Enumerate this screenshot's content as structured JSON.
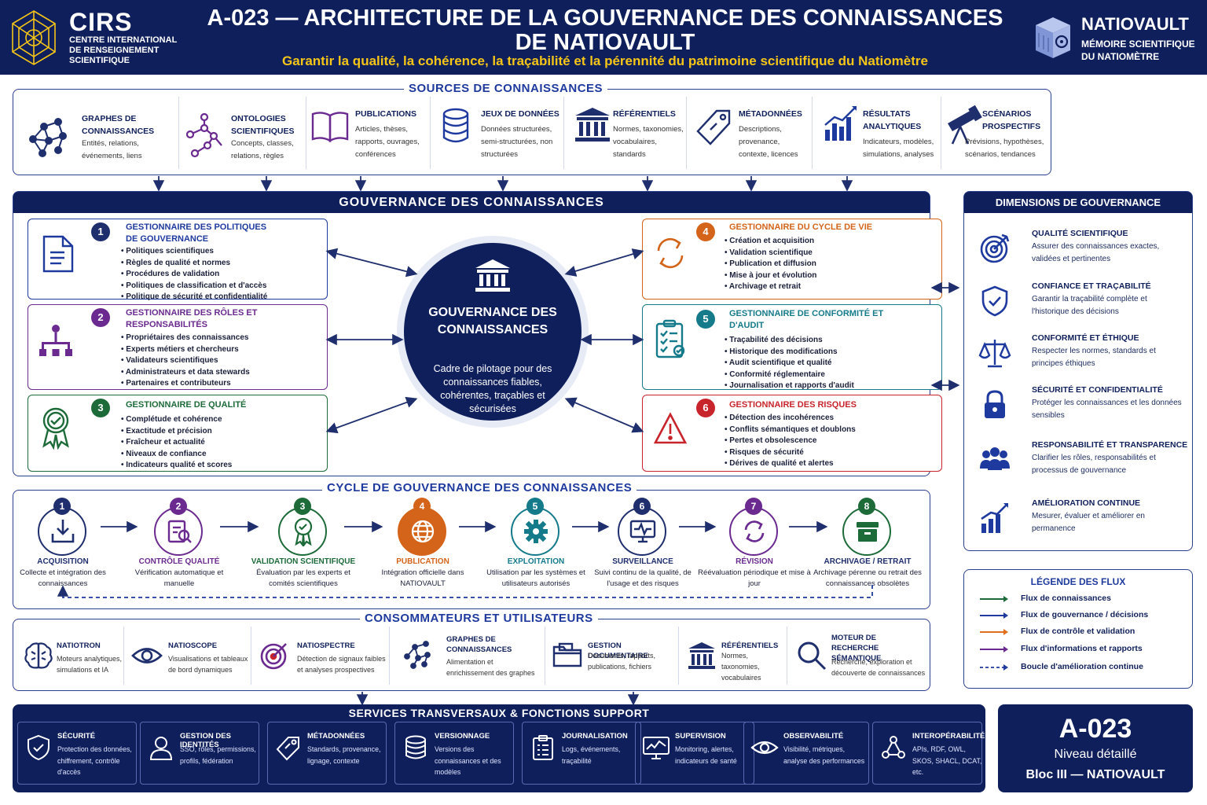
{
  "header": {
    "org_name": "CIRS",
    "org_full": "CENTRE INTERNATIONAL DE RENSEIGNEMENT SCIENTIFIQUE",
    "title": "A-023 — ARCHITECTURE DE LA GOUVERNANCE DES CONNAISSANCES DE NATIOVAULT",
    "subtitle": "Garantir la qualité, la cohérence, la traçabilité et la pérennité du patrimoine scientifique du Natiomètre",
    "product_name": "NATIOVAULT",
    "product_sub": "MÉMOIRE SCIENTIFIQUE DU NATIOMÈTRE"
  },
  "sources": {
    "title": "SOURCES DE CONNAISSANCES",
    "items": [
      {
        "title": "GRAPHES DE CONNAISSANCES",
        "desc": "Entités, relations, événements, liens",
        "icon": "graph-icon"
      },
      {
        "title": "ONTOLOGIES SCIENTIFIQUES",
        "desc": "Concepts, classes, relations, règles",
        "icon": "ontology-icon"
      },
      {
        "title": "PUBLICATIONS",
        "desc": "Articles, thèses, rapports, ouvrages, conférences",
        "icon": "book-icon"
      },
      {
        "title": "JEUX DE DONNÉES",
        "desc": "Données structurées, semi-structurées, non structurées",
        "icon": "database-icon"
      },
      {
        "title": "RÉFÉRENTIELS",
        "desc": "Normes, taxonomies, vocabulaires, standards",
        "icon": "institution-icon"
      },
      {
        "title": "MÉTADONNÉES",
        "desc": "Descriptions, provenance, contexte, licences",
        "icon": "tag-icon"
      },
      {
        "title": "RÉSULTATS ANALYTIQUES",
        "desc": "Indicateurs, modèles, simulations, analyses",
        "icon": "chart-icon"
      },
      {
        "title": "SCÉNARIOS PROSPECTIFS",
        "desc": "Prévisions, hypothèses, scénarios, tendances",
        "icon": "telescope-icon"
      }
    ]
  },
  "governance": {
    "title": "GOUVERNANCE DES CONNAISSANCES",
    "hub_title": "GOUVERNANCE DES CONNAISSANCES",
    "hub_desc": "Cadre de pilotage pour des connaissances fiables, cohérentes, traçables et sécurisées",
    "managers": [
      {
        "num": "1",
        "title": "GESTIONNAIRE DES POLITIQUES DE GOUVERNANCE",
        "color": "#1f3a9e",
        "icon": "document-icon",
        "items": [
          "Politiques scientifiques",
          "Règles de qualité et normes",
          "Procédures de validation",
          "Politiques de classification et d'accès",
          "Politique de sécurité et confidentialité"
        ]
      },
      {
        "num": "2",
        "title": "GESTIONNAIRE DES RÔLES ET RESPONSABILITÉS",
        "color": "#6a2a8f",
        "icon": "org-chart-icon",
        "items": [
          "Propriétaires des connaissances",
          "Experts métiers et chercheurs",
          "Validateurs scientifiques",
          "Administrateurs et data stewards",
          "Partenaires et contributeurs"
        ]
      },
      {
        "num": "3",
        "title": "GESTIONNAIRE DE QUALITÉ",
        "color": "#1e6b3a",
        "icon": "award-icon",
        "items": [
          "Complétude et cohérence",
          "Exactitude et précision",
          "Fraîcheur et actualité",
          "Niveaux de confiance",
          "Indicateurs qualité et scores"
        ]
      },
      {
        "num": "4",
        "title": "GESTIONNAIRE DU CYCLE DE VIE",
        "color": "#d4641a",
        "icon": "refresh-icon",
        "items": [
          "Création et acquisition",
          "Validation scientifique",
          "Publication et diffusion",
          "Mise à jour et évolution",
          "Archivage et retrait"
        ]
      },
      {
        "num": "5",
        "title": "GESTIONNAIRE DE CONFORMITÉ ET D'AUDIT",
        "color": "#157a8a",
        "icon": "checklist-icon",
        "items": [
          "Traçabilité des décisions",
          "Historique des modifications",
          "Audit scientifique et qualité",
          "Conformité réglementaire",
          "Journalisation et rapports d'audit"
        ]
      },
      {
        "num": "6",
        "title": "GESTIONNAIRE DES RISQUES",
        "color": "#c8242c",
        "icon": "warning-icon",
        "items": [
          "Détection des incohérences",
          "Conflits sémantiques et doublons",
          "Pertes et obsolescence",
          "Risques de sécurité",
          "Dérives de qualité et alertes"
        ]
      }
    ]
  },
  "dimensions": {
    "title": "DIMENSIONS DE GOUVERNANCE",
    "items": [
      {
        "title": "QUALITÉ SCIENTIFIQUE",
        "desc": "Assurer des connaissances exactes, validées et pertinentes",
        "icon": "target-icon"
      },
      {
        "title": "CONFIANCE ET TRAÇABILITÉ",
        "desc": "Garantir la traçabilité complète et l'historique des décisions",
        "icon": "shield-check-icon"
      },
      {
        "title": "CONFORMITÉ ET ÉTHIQUE",
        "desc": "Respecter les normes, standards et principes éthiques",
        "icon": "scales-icon"
      },
      {
        "title": "SÉCURITÉ ET CONFIDENTIALITÉ",
        "desc": "Protéger les connaissances et les données sensibles",
        "icon": "lock-icon"
      },
      {
        "title": "RESPONSABILITÉ ET TRANSPARENCE",
        "desc": "Clarifier les rôles, responsabilités et processus de gouvernance",
        "icon": "people-icon"
      },
      {
        "title": "AMÉLIORATION CONTINUE",
        "desc": "Mesurer, évaluer et améliorer en permanence",
        "icon": "growth-icon"
      }
    ]
  },
  "cycle": {
    "title": "CYCLE DE GOUVERNANCE DES CONNAISSANCES",
    "steps": [
      {
        "num": "1",
        "title": "ACQUISITION",
        "desc": "Collecte et intégration des connaissances",
        "color": "#1f2f6e",
        "icon": "download-icon"
      },
      {
        "num": "2",
        "title": "CONTRÔLE QUALITÉ",
        "desc": "Vérification automatique et manuelle",
        "color": "#6a2a8f",
        "icon": "inspect-icon"
      },
      {
        "num": "3",
        "title": "VALIDATION SCIENTIFIQUE",
        "desc": "Évaluation par les experts et comités scientifiques",
        "color": "#1e6b3a",
        "icon": "award-icon"
      },
      {
        "num": "4",
        "title": "PUBLICATION",
        "desc": "Intégration officielle dans NATIOVAULT",
        "color": "#d4641a",
        "icon": "globe-icon"
      },
      {
        "num": "5",
        "title": "EXPLOITATION",
        "desc": "Utilisation par les systèmes et utilisateurs autorisés",
        "color": "#157a8a",
        "icon": "gear-icon"
      },
      {
        "num": "6",
        "title": "SURVEILLANCE",
        "desc": "Suivi continu de la qualité, de l'usage et des risques",
        "color": "#1f2f6e",
        "icon": "monitor-icon"
      },
      {
        "num": "7",
        "title": "RÉVISION",
        "desc": "Réévaluation périodique et mise à jour",
        "color": "#6a2a8f",
        "icon": "refresh-icon"
      },
      {
        "num": "8",
        "title": "ARCHIVAGE / RETRAIT",
        "desc": "Archivage pérenne ou retrait des connaissances obsolètes",
        "color": "#1e6b3a",
        "icon": "archive-icon"
      }
    ]
  },
  "consumers": {
    "title": "CONSOMMATEURS ET UTILISATEURS",
    "items": [
      {
        "title": "NATIOTRON",
        "desc": "Moteurs analytiques, simulations et IA",
        "icon": "brain-icon"
      },
      {
        "title": "NATIOSCOPE",
        "desc": "Visualisations et tableaux de bord dynamiques",
        "icon": "eye-icon"
      },
      {
        "title": "NATIOSPECTRE",
        "desc": "Détection de signaux faibles et analyses prospectives",
        "icon": "target-icon"
      },
      {
        "title": "GRAPHES DE CONNAISSANCES",
        "desc": "Alimentation et enrichissement des graphes",
        "icon": "graph-icon"
      },
      {
        "title": "GESTION DOCUMENTAIRE",
        "desc": "Documents, rapports, publications, fichiers",
        "icon": "folder-icon"
      },
      {
        "title": "RÉFÉRENTIELS",
        "desc": "Normes, taxonomies, vocabulaires",
        "icon": "institution-icon"
      },
      {
        "title": "MOTEUR DE RECHERCHE SÉMANTIQUE",
        "desc": "Recherche, exploration et découverte de connaissances",
        "icon": "search-icon"
      }
    ]
  },
  "legend": {
    "title": "LÉGENDE DES FLUX",
    "items": [
      {
        "label": "Flux de connaissances",
        "color": "#1e6b3a",
        "dashed": false
      },
      {
        "label": "Flux de gouvernance / décisions",
        "color": "#1f3a9e",
        "dashed": false
      },
      {
        "label": "Flux de contrôle et validation",
        "color": "#e07020",
        "dashed": false
      },
      {
        "label": "Flux d'informations et rapports",
        "color": "#6a2a8f",
        "dashed": false
      },
      {
        "label": "Boucle d'amélioration continue",
        "color": "#1f3a9e",
        "dashed": true
      }
    ]
  },
  "services": {
    "title": "SERVICES TRANSVERSAUX & FONCTIONS SUPPORT",
    "items": [
      {
        "title": "SÉCURITÉ",
        "desc": "Protection des données, chiffrement, contrôle d'accès",
        "icon": "shield-check-icon"
      },
      {
        "title": "GESTION DES IDENTITÉS",
        "desc": "SSO, rôles, permissions, profils, fédération",
        "icon": "user-icon"
      },
      {
        "title": "MÉTADONNÉES",
        "desc": "Standards, provenance, lignage, contexte",
        "icon": "tag-icon"
      },
      {
        "title": "VERSIONNAGE",
        "desc": "Versions des connaissances et des modèles",
        "icon": "database-icon"
      },
      {
        "title": "JOURNALISATION",
        "desc": "Logs, événements, traçabilité",
        "icon": "clipboard-icon"
      },
      {
        "title": "SUPERVISION",
        "desc": "Monitoring, alertes, indicateurs de santé",
        "icon": "monitor-icon"
      },
      {
        "title": "OBSERVABILITÉ",
        "desc": "Visibilité, métriques, analyse des performances",
        "icon": "eye-icon"
      },
      {
        "title": "INTEROPÉRABILITÉ",
        "desc": "APIs, RDF, OWL, SKOS, SHACL, DCAT, etc.",
        "icon": "network-icon"
      }
    ]
  },
  "badge": {
    "id": "A-023",
    "line1": "Niveau détaillé",
    "line2": "Bloc III — NATIOVAULT"
  },
  "colors": {
    "navy": "#0f1f5c",
    "accent_yellow": "#f5c518",
    "accent_blue": "#1f3a9e"
  }
}
